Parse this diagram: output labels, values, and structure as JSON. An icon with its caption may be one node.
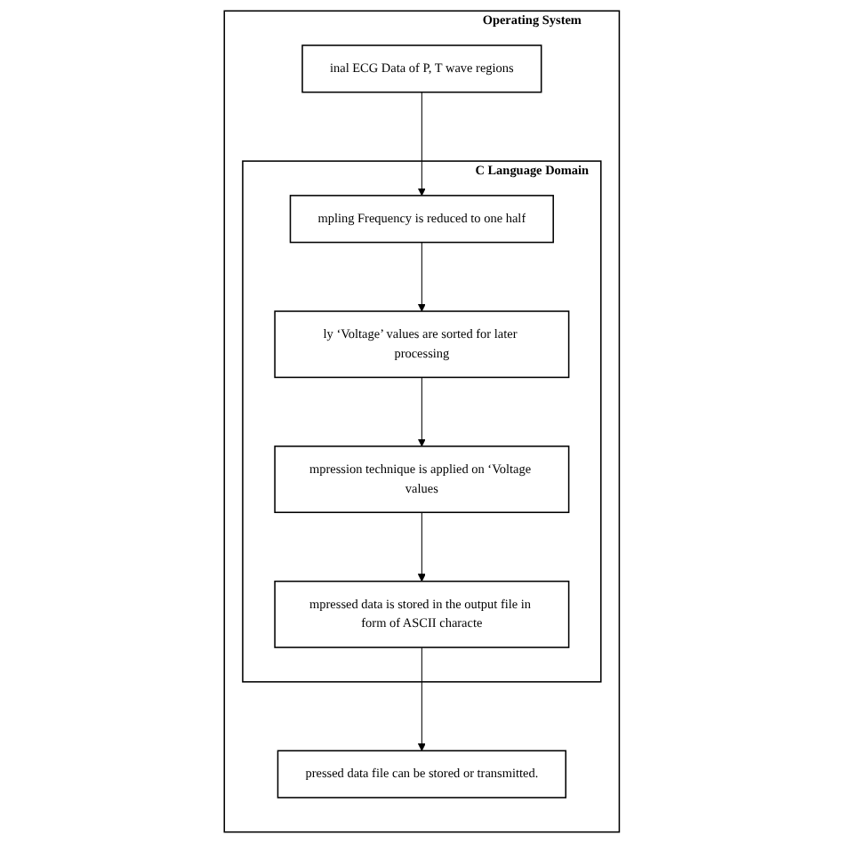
{
  "diagram": {
    "nodes": [
      {
        "text": [
          "Operating System"
        ]
      },
      {
        "text": [
          "inal ECG Data of P, T wave regions"
        ],
        "in": 0
      },
      {
        "text": [
          "C Language Domain"
        ],
        "in": 0
      },
      {
        "text": [
          "mpling Frequency is reduced to one half"
        ],
        "in": 2
      },
      {
        "text": [
          "ly ‘Voltage’ values are sorted for later processing"
        ],
        "in": 2
      },
      {
        "text": [
          "mpression technique is applied on ‘Voltage values"
        ],
        "in": 2
      },
      {
        "text": [
          "mpressed data is stored in the output file in form of ASCII characte"
        ],
        "in": 2
      },
      {
        "text": [
          "pressed data file can be stored or transmitted."
        ],
        "in": 0
      }
    ],
    "edges": [
      {
        "from": 1,
        "to": 3,
        "arrow": "to"
      },
      {
        "from": 3,
        "to": 4,
        "arrow": "to"
      },
      {
        "from": 4,
        "to": 5,
        "arrow": "to"
      },
      {
        "from": 5,
        "to": 6,
        "arrow": "to"
      },
      {
        "from": 6,
        "to": 7,
        "arrow": "to"
      }
    ]
  }
}
